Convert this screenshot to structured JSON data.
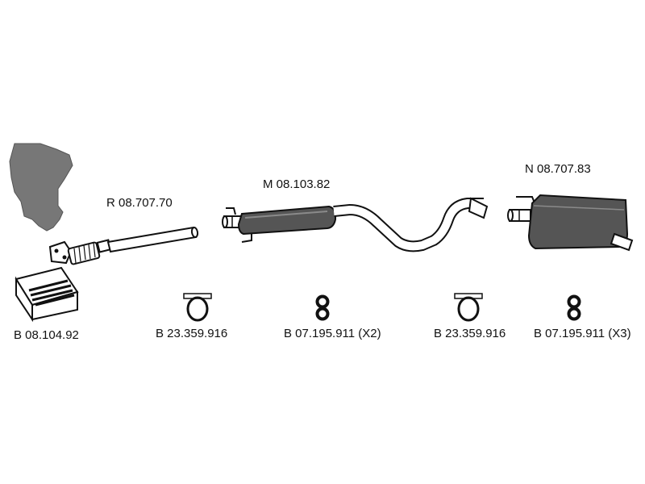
{
  "parts": {
    "rear_section_code": "R 08.707.70",
    "middle_section_code": "M 08.103.82",
    "end_section_code": "N 08.707.83"
  },
  "accessories": {
    "mounting_kit_code": "B 08.104.92",
    "clamp_1_code": "B 23.359.916",
    "hanger_1_code": "B 07.195.911 (X2)",
    "clamp_2_code": "B 23.359.916",
    "hanger_2_code": "B 07.195.911 (X3)"
  },
  "colors": {
    "line": "#111111",
    "fill_dark": "#555555",
    "fill_mid": "#8a8a8a",
    "manifold": "#777777"
  }
}
